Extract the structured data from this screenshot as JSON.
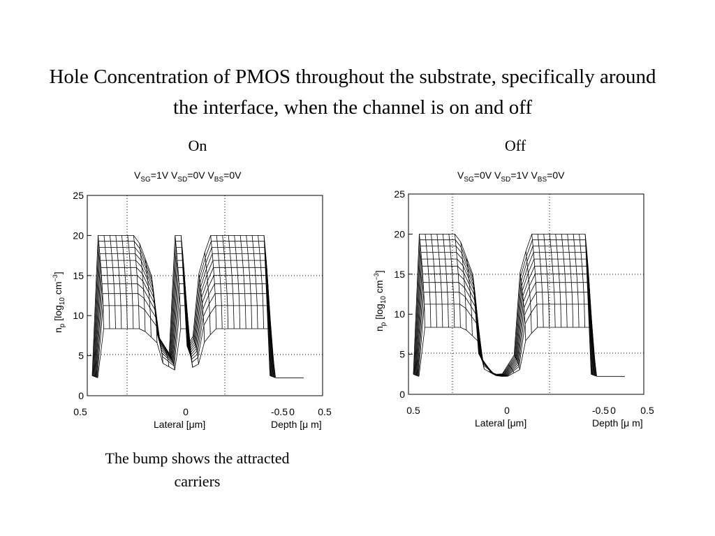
{
  "slide": {
    "title": "Hole Concentration of PMOS throughout the substrate, specifically around the interface, when the channel is on and off",
    "caption": "The bump shows the attracted carriers"
  },
  "panels": [
    {
      "label": "On",
      "bias": {
        "vsg": "1V",
        "vsd": "0V",
        "vbs": "0V"
      },
      "surface": "on",
      "ylabel_main": "n",
      "ylabel_sub": "p",
      "ylabel_bracket": " [log",
      "ylabel_base": "10",
      "ylabel_unit": "cm",
      "ylabel_exp": "−3",
      "ylabel_close": "]",
      "y_ticks": [
        "0",
        "5",
        "10",
        "15",
        "20",
        "25"
      ],
      "lateral_ticks": [
        "0.5",
        "0",
        "-0.5"
      ],
      "depth_ticks": [
        "0",
        "0.5"
      ],
      "lateral_label": "Lateral [μm]",
      "depth_label": "Depth [μ m]"
    },
    {
      "label": "Off",
      "bias": {
        "vsg": "0V",
        "vsd": "1V",
        "vbs": "0V"
      },
      "surface": "off",
      "ylabel_main": "n",
      "ylabel_sub": "p",
      "ylabel_bracket": " [log",
      "ylabel_base": "10",
      "ylabel_unit": "cm",
      "ylabel_exp": "−3",
      "ylabel_close": "]",
      "y_ticks": [
        "0",
        "5",
        "10",
        "15",
        "20",
        "25"
      ],
      "lateral_ticks": [
        "0.5",
        "0",
        "-0.5"
      ],
      "depth_ticks": [
        "0",
        "0.5"
      ],
      "lateral_label": "Lateral [μm]",
      "depth_label": "Depth [μ m]"
    }
  ],
  "chart_data": [
    {
      "type": "surface",
      "title": "VSG=1V VSD=0V VBS=0V",
      "xlabel": "Lateral [μm]",
      "zlabel": "np [log10 cm−3]",
      "depth_label": "Depth [μ m]",
      "lateral_range": [
        0.5,
        -0.5
      ],
      "depth_range": [
        0,
        0.5
      ],
      "zlim": [
        0,
        25
      ],
      "grid": true,
      "plateau_level": 20,
      "bulk_level": 2.5,
      "channel_bump_level": 20
    },
    {
      "type": "surface",
      "title": "VSG=0V VSD=1V VBS=0V",
      "xlabel": "Lateral [μm]",
      "zlabel": "np [log10 cm−3]",
      "depth_label": "Depth [μ m]",
      "lateral_range": [
        0.5,
        -0.5
      ],
      "depth_range": [
        0,
        0.5
      ],
      "zlim": [
        0,
        25
      ],
      "grid": true,
      "plateau_level": 20,
      "bulk_level": 2.5,
      "channel_min_level": 1.5
    }
  ]
}
